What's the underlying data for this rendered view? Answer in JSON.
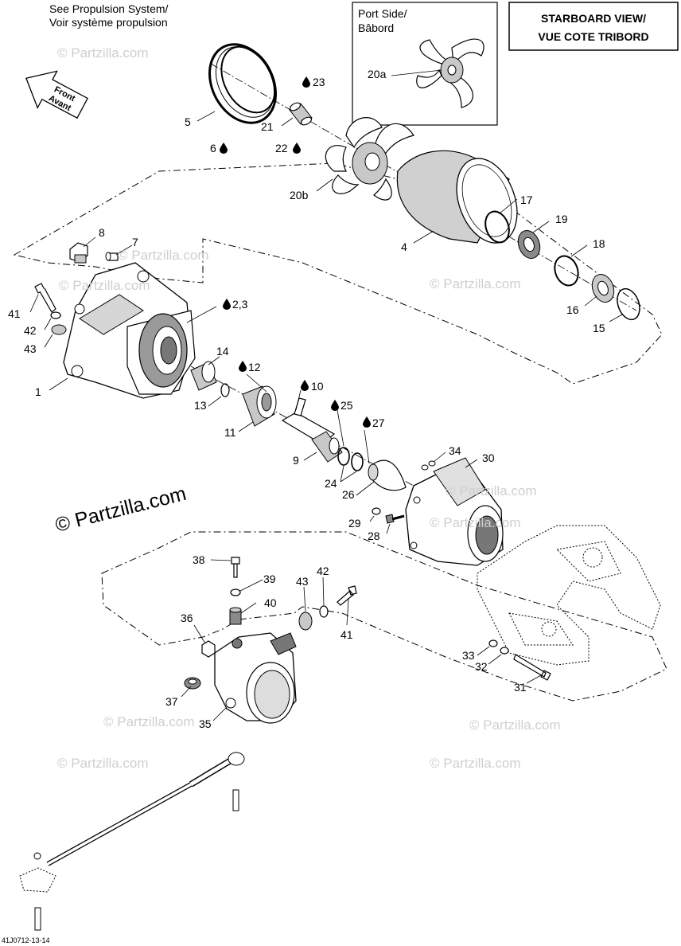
{
  "header": {
    "see_propulsion_line1": "See Propulsion System/",
    "see_propulsion_line2": "Voir système propulsion",
    "view_title_line1": "STARBOARD VIEW/",
    "view_title_line2": "VUE COTE TRIBORD",
    "port_side_line1": "Port Side/",
    "port_side_line2": "Bâbord",
    "front_line1": "Front",
    "front_line2": "Avant"
  },
  "watermarks": {
    "small": "© Partzilla.com",
    "large": "© Partzilla.com"
  },
  "footer": {
    "code": "41J0712-13-14"
  },
  "callouts": {
    "c1": "1",
    "c2_3": "2,3",
    "c4": "4",
    "c5": "5",
    "c6": "6",
    "c7": "7",
    "c8": "8",
    "c9": "9",
    "c10": "10",
    "c11": "11",
    "c12": "12",
    "c13": "13",
    "c14": "14",
    "c15": "15",
    "c16": "16",
    "c17": "17",
    "c18": "18",
    "c19": "19",
    "c20a": "20a",
    "c20b": "20b",
    "c21": "21",
    "c22": "22",
    "c23": "23",
    "c24": "24",
    "c25": "25",
    "c26": "26",
    "c27": "27",
    "c28": "28",
    "c29": "29",
    "c30": "30",
    "c31": "31",
    "c32": "32",
    "c33": "33",
    "c34": "34",
    "c35": "35",
    "c36": "36",
    "c37": "37",
    "c38": "38",
    "c39": "39",
    "c40": "40",
    "c41a": "41",
    "c41b": "41",
    "c42a": "42",
    "c42b": "42",
    "c43a": "43",
    "c43b": "43"
  },
  "icons": {
    "lubricant": "oil-drop-icon",
    "direction": "front-arrow-icon"
  }
}
